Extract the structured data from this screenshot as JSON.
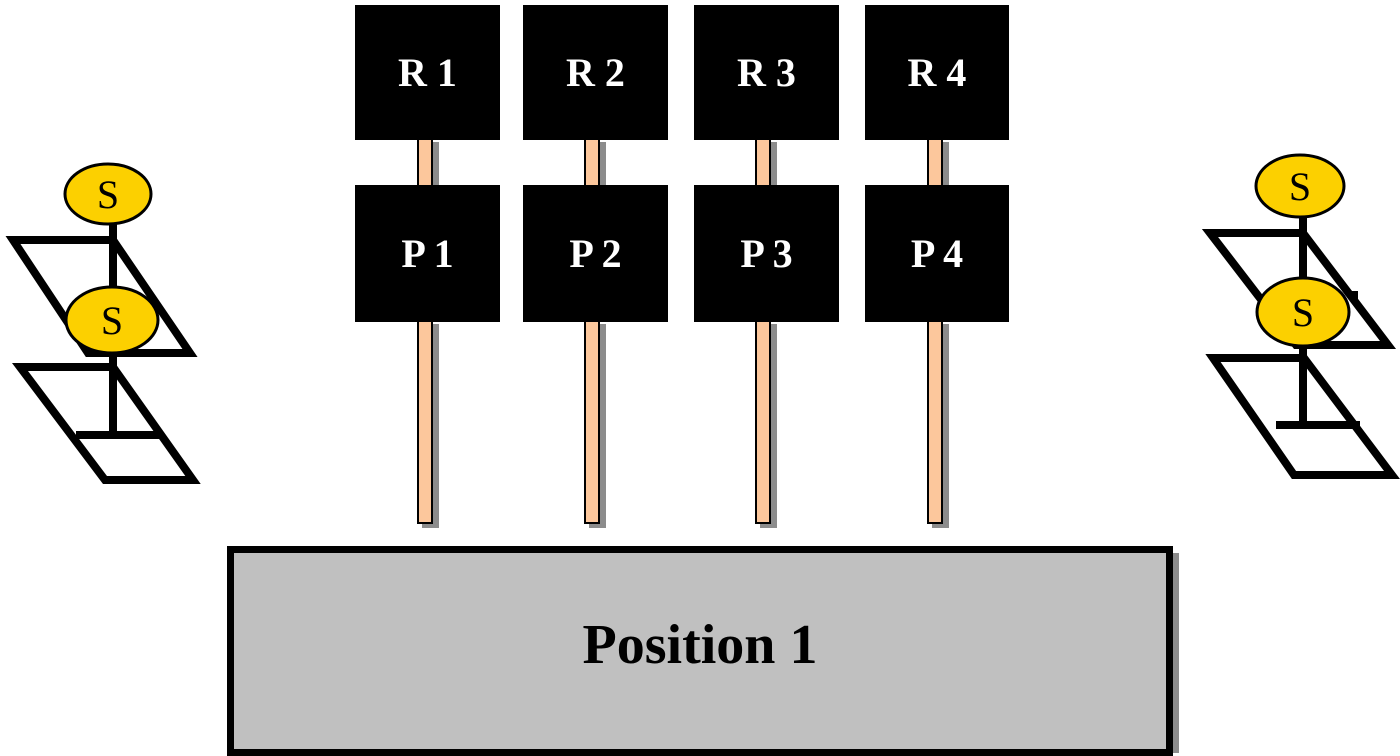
{
  "diagram": {
    "r_boxes": [
      "R 1",
      "R 2",
      "R 3",
      "R 4"
    ],
    "p_boxes": [
      "P 1",
      "P 2",
      "P 3",
      "P 4"
    ],
    "position_label": "Position 1",
    "stands": {
      "left": {
        "top_label": "S",
        "bottom_label": "S"
      },
      "right": {
        "top_label": "S",
        "bottom_label": "S"
      }
    },
    "colors": {
      "box_fill": "#000000",
      "box_text": "#ffffff",
      "post_fill": "#fcc79c",
      "position_fill": "#c0c0c0",
      "s_circle_fill": "#fcd000"
    }
  }
}
